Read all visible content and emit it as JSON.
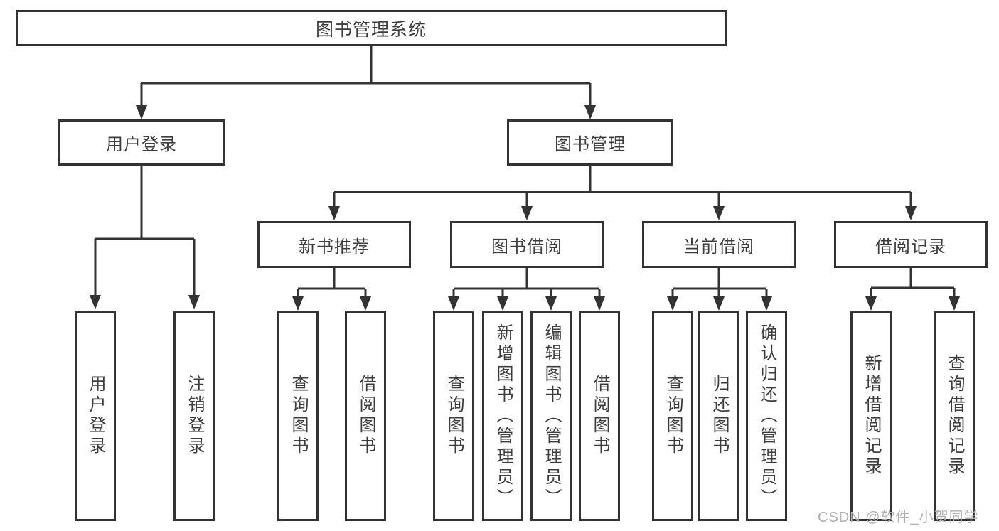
{
  "diagram": {
    "root": {
      "label": "图书管理系统"
    },
    "branches": [
      {
        "label": "用户登录",
        "leaves": [
          {
            "label": "用户登录"
          },
          {
            "label": "注销登录"
          }
        ]
      },
      {
        "label": "图书管理",
        "groups": [
          {
            "label": "新书推荐",
            "leaves": [
              {
                "label": "查询图书"
              },
              {
                "label": "借阅图书"
              }
            ]
          },
          {
            "label": "图书借阅",
            "leaves": [
              {
                "label": "查询图书"
              },
              {
                "label": "新增图书（管理员）"
              },
              {
                "label": "编辑图书（管理员）"
              },
              {
                "label": "借阅图书"
              }
            ]
          },
          {
            "label": "当前借阅",
            "leaves": [
              {
                "label": "查询图书"
              },
              {
                "label": "归还图书"
              },
              {
                "label": "确认归还（管理员）"
              }
            ]
          },
          {
            "label": "借阅记录",
            "leaves": [
              {
                "label": "新增借阅记录"
              },
              {
                "label": "查询借阅记录"
              }
            ]
          }
        ]
      }
    ]
  },
  "watermark": {
    "text": "CSDN @软件_小贺同学"
  },
  "colors": {
    "line": "#333333",
    "text": "#3d3d3d",
    "background": "#ffffff",
    "watermark": "#b0b0b0"
  }
}
